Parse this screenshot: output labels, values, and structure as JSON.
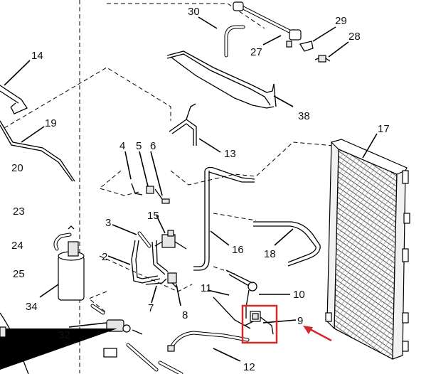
{
  "diagram": {
    "callouts": [
      "30",
      "29",
      "28",
      "27",
      "14",
      "38",
      "19",
      "13",
      "17",
      "20",
      "4",
      "5",
      "6",
      "23",
      "15",
      "3",
      "24",
      "16",
      "18",
      "2",
      "25",
      "11",
      "10",
      "7",
      "8",
      "34",
      "9",
      "32",
      "12"
    ],
    "highlight_color": "#d62828",
    "arrow_color": "#d62828"
  }
}
